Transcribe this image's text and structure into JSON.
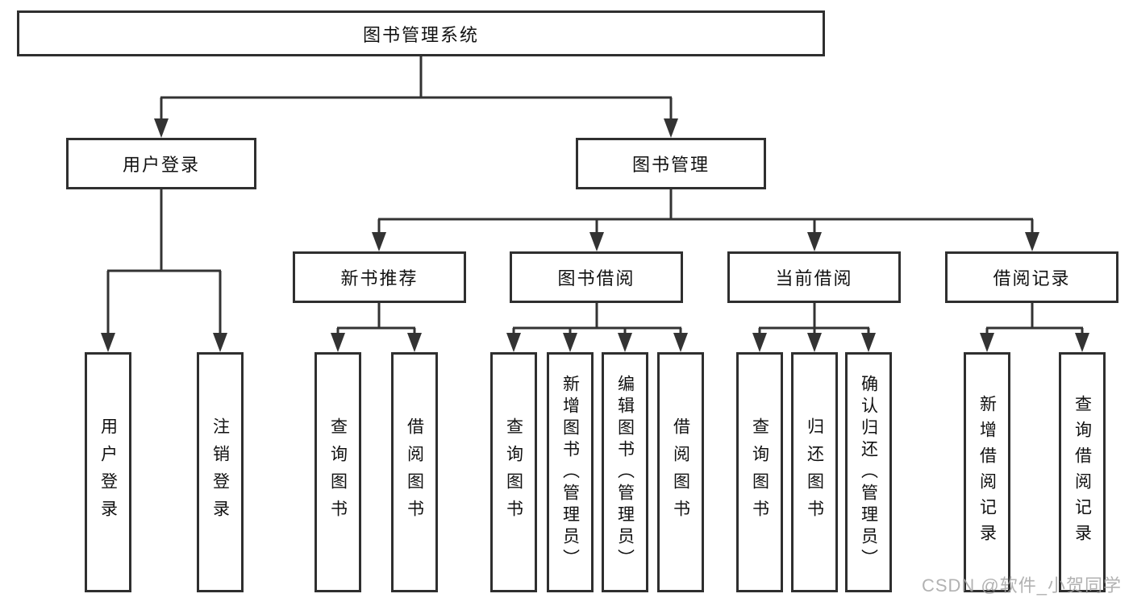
{
  "tree": {
    "root": "图书管理系统",
    "login": {
      "label": "用户登录",
      "children": [
        "用户登录",
        "注销登录"
      ]
    },
    "management": {
      "label": "图书管理",
      "modules": [
        {
          "label": "新书推荐",
          "children": [
            "查询图书",
            "借阅图书"
          ]
        },
        {
          "label": "图书借阅",
          "children": [
            "查询图书",
            "新增图书（管理员）",
            "编辑图书（管理员）",
            "借阅图书"
          ]
        },
        {
          "label": "当前借阅",
          "children": [
            "查询图书",
            "归还图书",
            "确认归还（管理员）"
          ]
        },
        {
          "label": "借阅记录",
          "children": [
            "新增借阅记录",
            "查询借阅记录"
          ]
        }
      ]
    }
  },
  "watermark": "CSDN @软件_小贺同学",
  "colors": {
    "line": "#333333",
    "box_border": "#2f2f2f",
    "text": "#111111",
    "watermark": "#a5a5a5",
    "background": "#ffffff"
  }
}
